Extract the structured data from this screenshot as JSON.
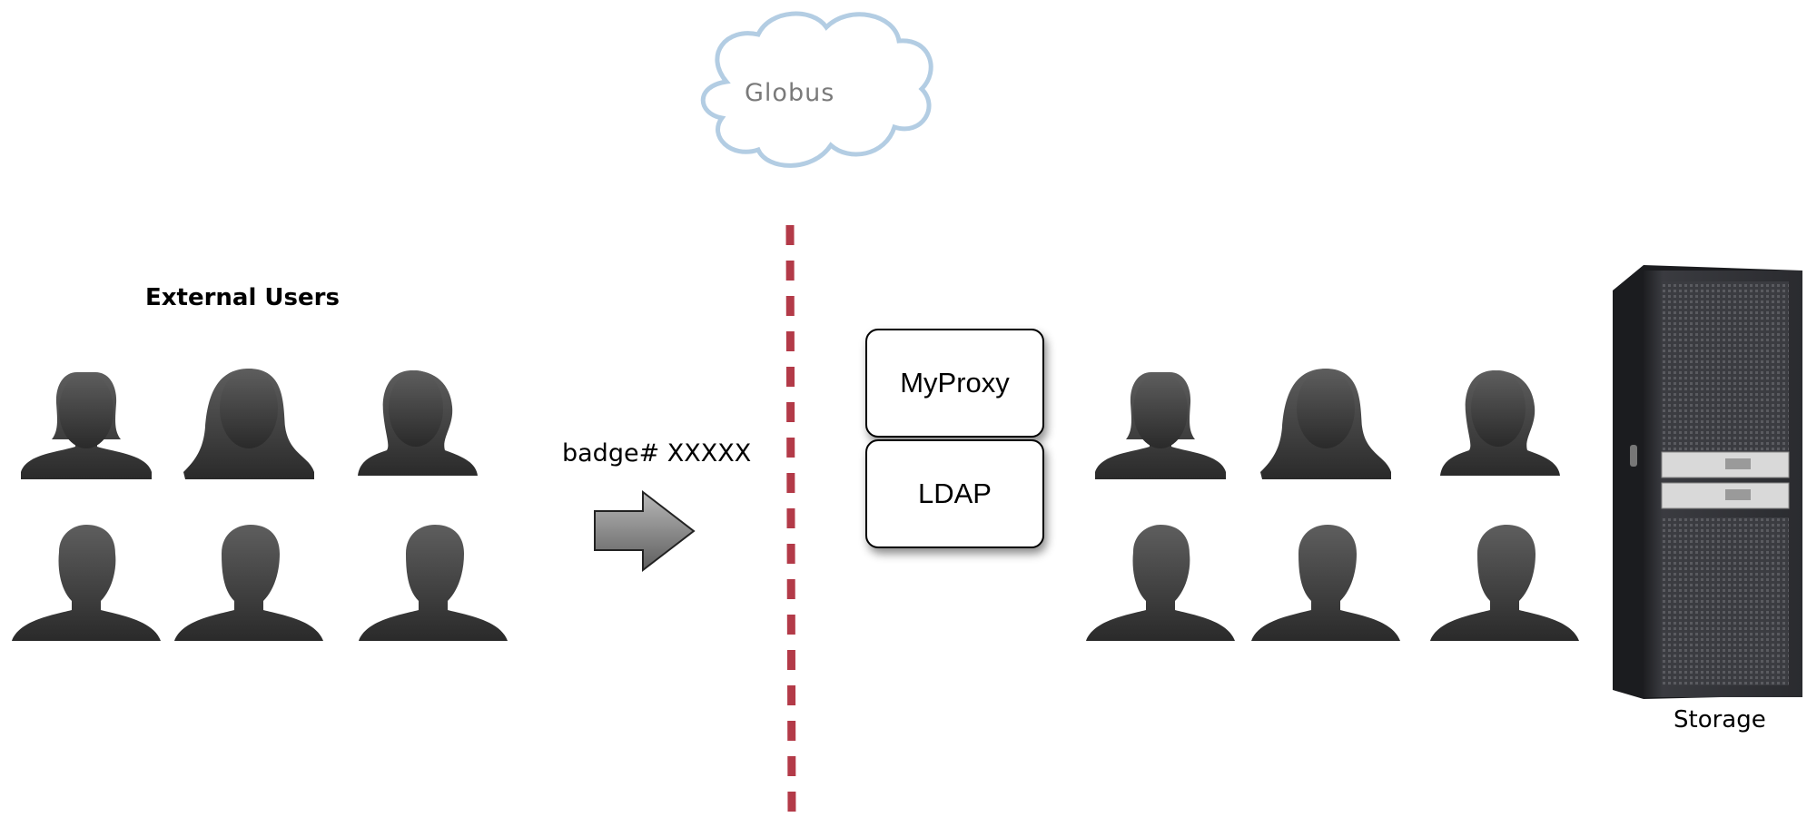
{
  "cloud": {
    "label": "Globus",
    "stroke": "#b3cde3"
  },
  "external_users": {
    "title": "External Users"
  },
  "arrow": {
    "label": "badge# XXXXX"
  },
  "services": [
    {
      "label": "MyProxy"
    },
    {
      "label": "LDAP"
    }
  ],
  "storage": {
    "label": "Storage"
  },
  "boundary": {
    "color": "#b33a48"
  },
  "colors": {
    "silhouette": "#3a3a3a",
    "arrow_fill": "#8a8a8a",
    "rack": "#2e2f33"
  }
}
